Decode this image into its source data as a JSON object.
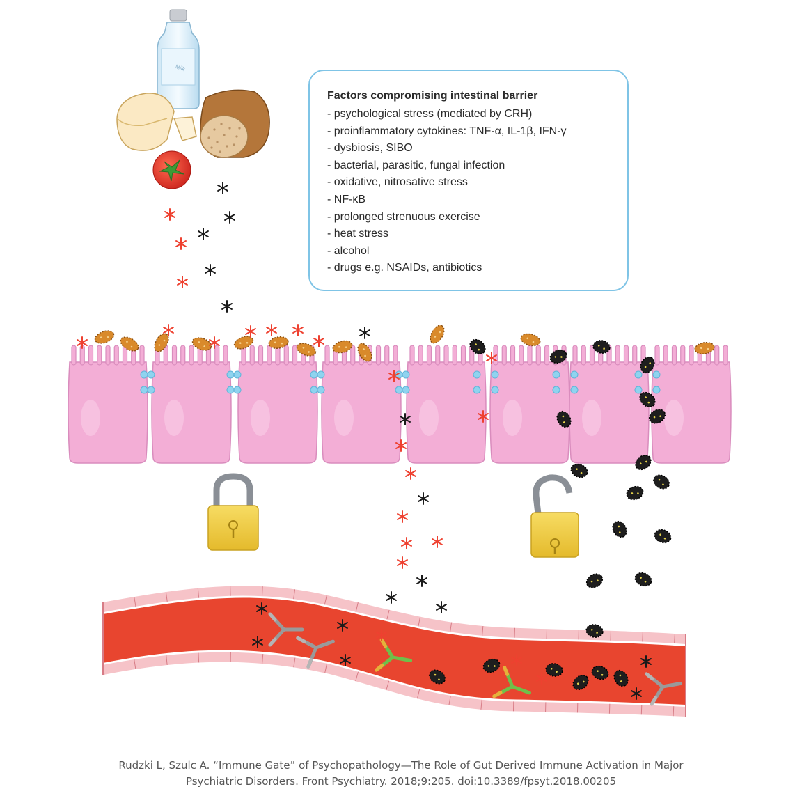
{
  "factors": {
    "title": "Factors compromising intestinal barrier",
    "items": [
      "- psychological stress (mediated by CRH)",
      "- proinflammatory cytokines: TNF-α, IL-1β, IFN-γ",
      "- dysbiosis, SIBO",
      "- bacterial, parasitic, fungal infection",
      "- oxidative, nitrosative stress",
      "- NF-κB",
      "- prolonged strenuous exercise",
      "- heat stress",
      "- alcohol",
      "- drugs e.g. NSAIDs, antibiotics"
    ]
  },
  "milk_label": "Milk",
  "caption": {
    "line1": "Rudzki L, Szulc A. “Immune Gate” of Psychopathology—The Role of Gut Derived Immune Activation in Major",
    "line2": "Psychiatric Disorders. Front Psychiatry. 2018;9:205. doi:10.3389/fpsyt.2018.00205"
  },
  "colors": {
    "cell_fill": "#f3aed6",
    "cell_stroke": "#d98cbd",
    "tight_junction": "#8fd3ef",
    "blood": "#e8452f",
    "vessel_wall": "#f6c3c8",
    "lock": "#f2cf4a",
    "shackle": "#8a8f96",
    "bacteria_orange": "#d98a2b",
    "bacteria_dark": "#1e1e1e",
    "antigen_red": "#ee4130",
    "antigen_black": "#1a1a1a",
    "box_border": "#7fc4e6",
    "antibody_grey": "#9a9a9a",
    "antibody_green": "#6fbf4a"
  },
  "icons": [
    "milk-bottle-icon",
    "cheese-icon",
    "bread-icon",
    "tomato-icon",
    "key-icon",
    "closed-lock-icon",
    "open-lock-icon",
    "antibody-icon",
    "bacterium-icon",
    "antigen-asterisk-icon"
  ]
}
